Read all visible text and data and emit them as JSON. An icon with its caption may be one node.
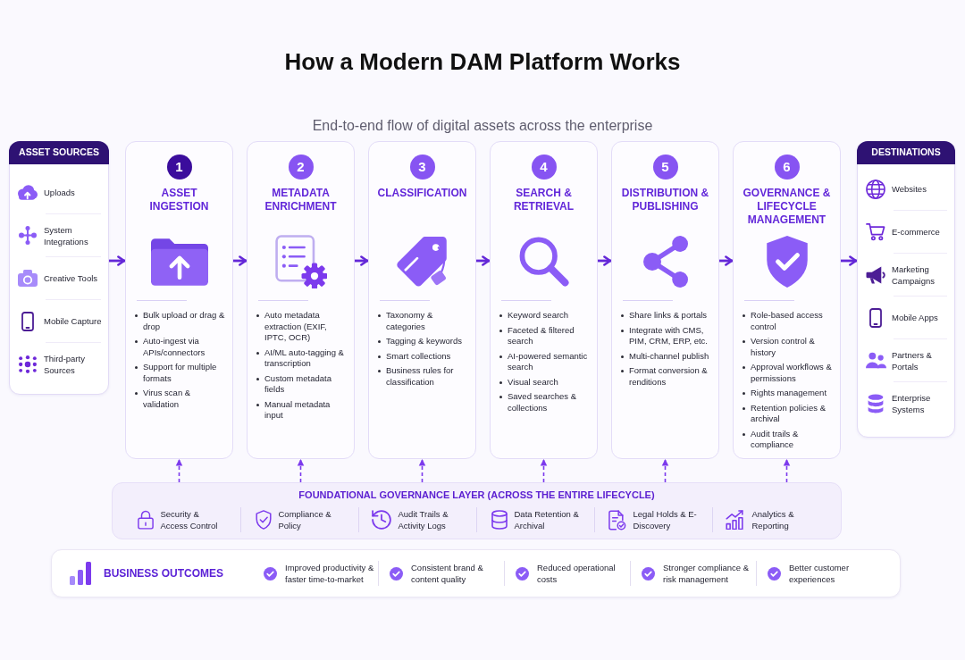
{
  "diagram": {
    "title": "How a Modern DAM Platform Works",
    "nodes": [
      {
        "text": [
          "ASSET SOURCES",
          "Uploads",
          "System Integrations",
          "Creative Tools",
          "Mobile Capture",
          "Third-party Sources"
        ]
      },
      {
        "text": [
          "ASSET INGESTION",
          "Bulk upload or drag & drop",
          "Auto-ingest via APIs/connectors",
          "Support for multiple formats",
          "Virus scan & validation"
        ]
      },
      {
        "text": [
          "1"
        ],
        "in": 1
      },
      {
        "text": [
          "METADATA ENRICHMENT",
          "Auto metadata extraction (EXIF, IPTC, OCR)",
          "AI/ML auto-tagging & transcription",
          "Custom metadata fields",
          "Manual metadata input"
        ]
      },
      {
        "text": [
          "2"
        ],
        "in": 3
      },
      {
        "text": [
          "CLASSIFICATION",
          "Taxonomy & categories",
          "Tagging & keywords",
          "Smart collections",
          "Business rules for classification"
        ]
      },
      {
        "text": [
          "3"
        ],
        "in": 5
      },
      {
        "text": [
          "SEARCH & RETRIEVAL",
          "Keyword search",
          "Faceted & filtered search",
          "AI-powered semantic search",
          "Visual search",
          "Saved searches & collections"
        ]
      },
      {
        "text": [
          "4"
        ],
        "in": 7
      },
      {
        "text": [
          "DISTRIBUTION & PUBLISHING",
          "Share links & portals",
          "Integrate with CMS, PIM, CRM, ERP, etc.",
          "Multi-channel publish",
          "Format conversion & renditions"
        ]
      },
      {
        "text": [
          "5"
        ],
        "in": 9
      },
      {
        "text": [
          "GOVERNANCE & LIFECYCLE MANAGEMENT",
          "Role-based access control",
          "Version control & history",
          "Approval workflows & permissions",
          "Rights management",
          "Retention policies & archival",
          "Audit trails & compliance"
        ]
      },
      {
        "text": [
          "6"
        ],
        "in": 11
      },
      {
        "text": [
          "DESTINATIONS",
          "Websites",
          "E-commerce",
          "Marketing Campaigns",
          "Mobile Apps",
          "Partners & Portals",
          "Enterprise Systems"
        ]
      },
      {
        "text": [
          "FOUNDATIONAL GOVERNANCE LAYER (ACROSS THE ENTIRE LIFECYCLE)",
          "Security & Access Control",
          "Compliance & Policy",
          "Audit Trails & Activity Logs",
          "Data Retention & Archival",
          "Legal Holds & E-Discovery",
          "Analytics & Reporting"
        ]
      },
      {
        "text": [
          "BUSINESS OUTCOMES",
          "Improved productivity & faster time-to-market",
          "Consistent brand & content quality",
          "Reduced operational costs",
          "Stronger compliance & risk management",
          "Better customer experiences"
        ]
      }
    ],
    "edges": [
      {
        "from": 0,
        "to": 1,
        "arrow": "to"
      },
      {
        "from": 1,
        "to": 3,
        "arrow": "to"
      },
      {
        "from": 3,
        "to": 5,
        "arrow": "to"
      },
      {
        "from": 5,
        "to": 7,
        "arrow": "to"
      },
      {
        "from": 7,
        "to": 9,
        "arrow": "to"
      },
      {
        "from": 9,
        "to": 11,
        "arrow": "to"
      },
      {
        "from": 11,
        "to": 13,
        "arrow": "to"
      },
      {
        "from": 14,
        "to": 1,
        "arrow": "to",
        "style": "dashed"
      },
      {
        "from": 14,
        "to": 3,
        "arrow": "to",
        "style": "dashed"
      },
      {
        "from": 14,
        "to": 5,
        "arrow": "to",
        "style": "dashed"
      },
      {
        "from": 14,
        "to": 7,
        "arrow": "to",
        "style": "dashed"
      },
      {
        "from": 14,
        "to": 9,
        "arrow": "to",
        "style": "dashed"
      },
      {
        "from": 14,
        "to": 11,
        "arrow": "to",
        "style": "dashed"
      }
    ],
    "labels": [
      "End-to-end flow of digital assets across the enterprise"
    ]
  }
}
